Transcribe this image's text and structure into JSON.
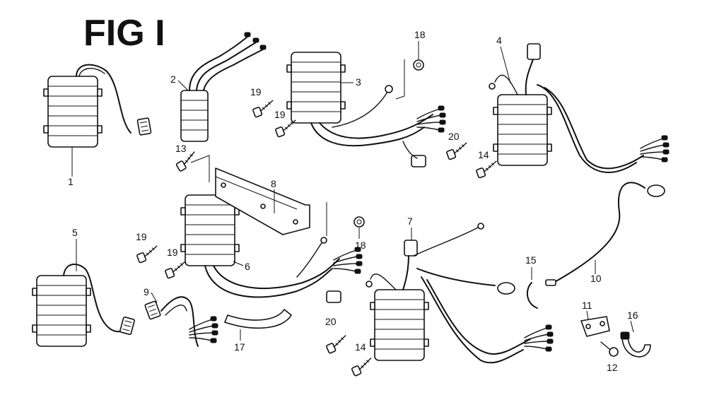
{
  "figure": {
    "title": "FIG I"
  },
  "callouts": {
    "c1": "1",
    "c2": "2",
    "c3": "3",
    "c4": "4",
    "c5": "5",
    "c6": "6",
    "c7": "7",
    "c8": "8",
    "c9": "9",
    "c10": "10",
    "c11": "11",
    "c12": "12",
    "c13": "13",
    "c14a": "14",
    "c14b": "14",
    "c15": "15",
    "c16": "16",
    "c17": "17",
    "c18a": "18",
    "c18b": "18",
    "c19a": "19",
    "c19b": "19",
    "c19c": "19",
    "c19d": "19",
    "c20a": "20",
    "c20b": "20"
  }
}
